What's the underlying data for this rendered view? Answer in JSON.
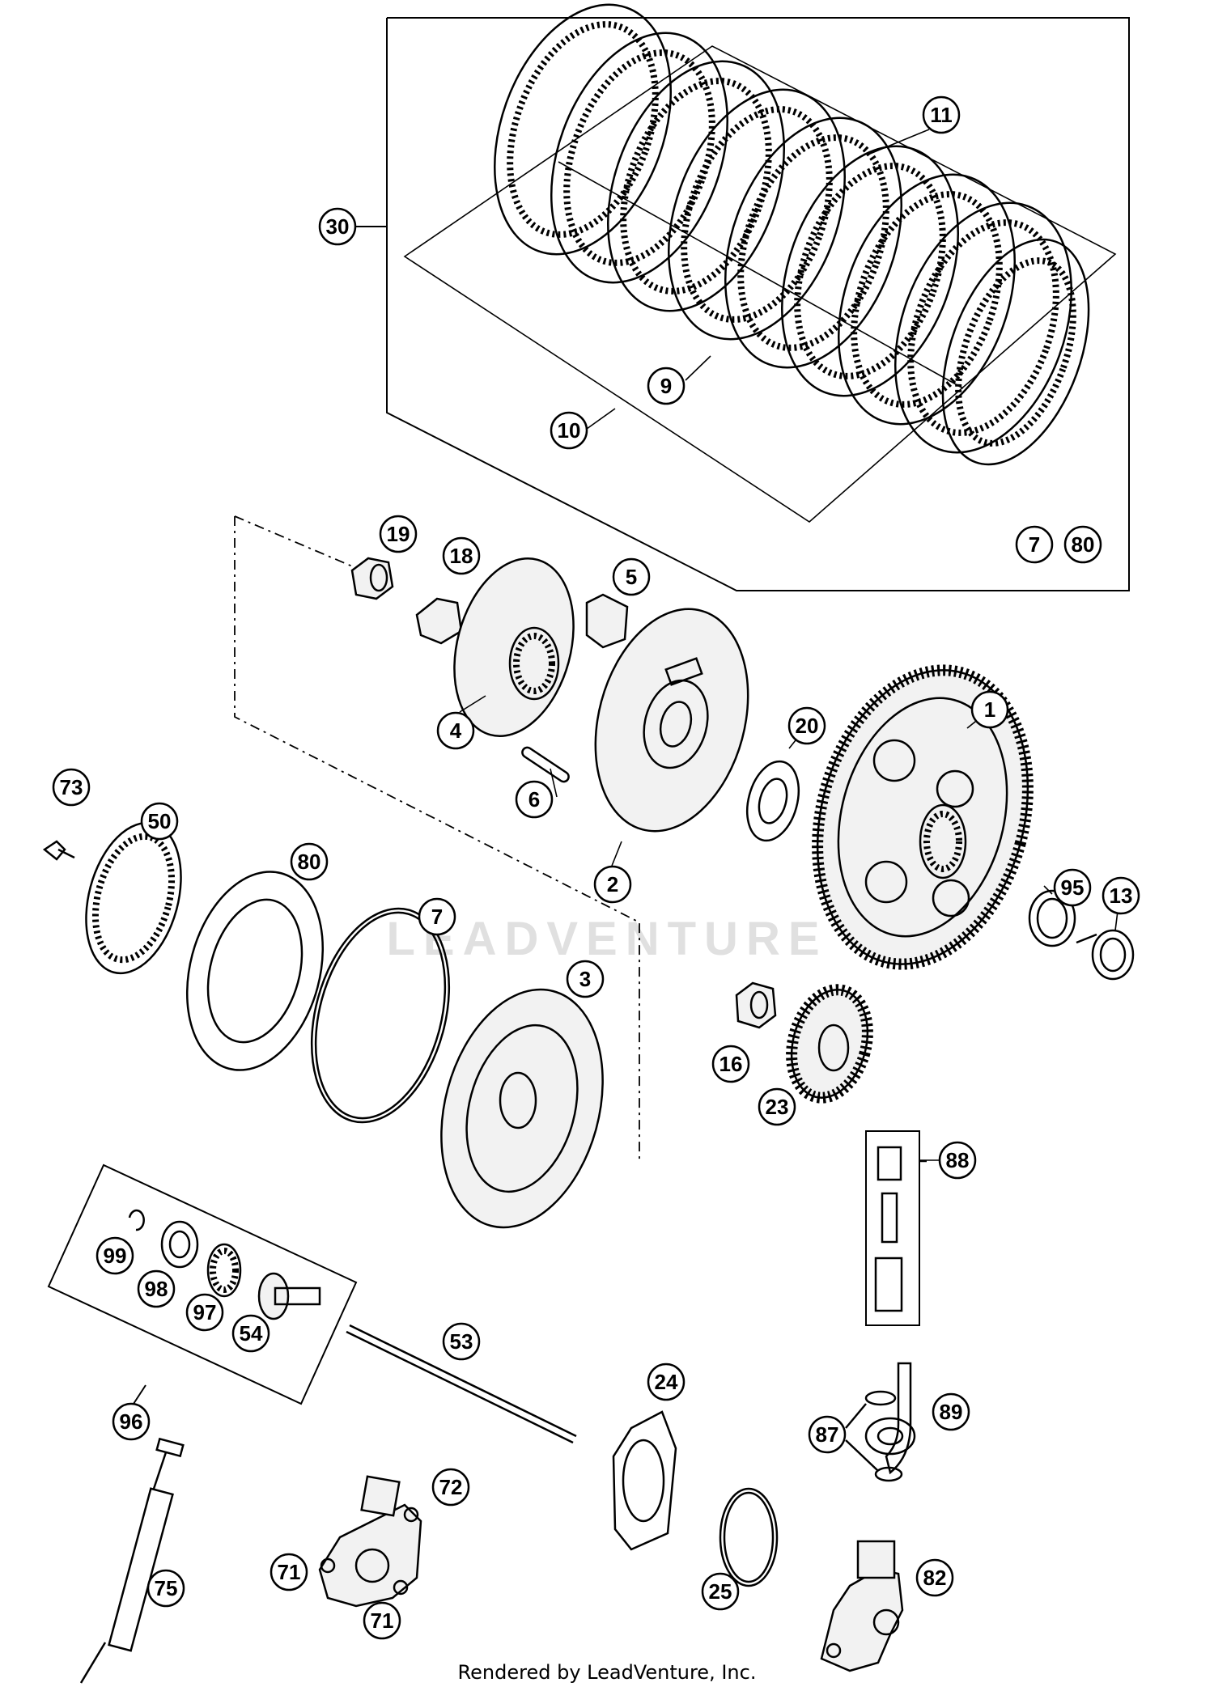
{
  "watermark": "LEADVENTURE",
  "footer": "Rendered by LeadVenture, Inc.",
  "callouts": [
    {
      "id": "c11",
      "label": "11"
    },
    {
      "id": "c30",
      "label": "30"
    },
    {
      "id": "c9",
      "label": "9"
    },
    {
      "id": "c10",
      "label": "10"
    },
    {
      "id": "c7a",
      "label": "7"
    },
    {
      "id": "c80a",
      "label": "80"
    },
    {
      "id": "c19",
      "label": "19"
    },
    {
      "id": "c18",
      "label": "18"
    },
    {
      "id": "c5",
      "label": "5"
    },
    {
      "id": "c4",
      "label": "4"
    },
    {
      "id": "c20",
      "label": "20"
    },
    {
      "id": "c1",
      "label": "1"
    },
    {
      "id": "c6",
      "label": "6"
    },
    {
      "id": "c2",
      "label": "2"
    },
    {
      "id": "c73",
      "label": "73"
    },
    {
      "id": "c50",
      "label": "50"
    },
    {
      "id": "c80b",
      "label": "80"
    },
    {
      "id": "c7b",
      "label": "7"
    },
    {
      "id": "c95",
      "label": "95"
    },
    {
      "id": "c13",
      "label": "13"
    },
    {
      "id": "c3",
      "label": "3"
    },
    {
      "id": "c16",
      "label": "16"
    },
    {
      "id": "c23",
      "label": "23"
    },
    {
      "id": "c88",
      "label": "88"
    },
    {
      "id": "c99",
      "label": "99"
    },
    {
      "id": "c98",
      "label": "98"
    },
    {
      "id": "c97",
      "label": "97"
    },
    {
      "id": "c54",
      "label": "54"
    },
    {
      "id": "c53",
      "label": "53"
    },
    {
      "id": "c96",
      "label": "96"
    },
    {
      "id": "c24",
      "label": "24"
    },
    {
      "id": "c89",
      "label": "89"
    },
    {
      "id": "c87",
      "label": "87"
    },
    {
      "id": "c72",
      "label": "72"
    },
    {
      "id": "c71a",
      "label": "71"
    },
    {
      "id": "c71b",
      "label": "71"
    },
    {
      "id": "c75",
      "label": "75"
    },
    {
      "id": "c25",
      "label": "25"
    },
    {
      "id": "c82",
      "label": "82"
    }
  ]
}
